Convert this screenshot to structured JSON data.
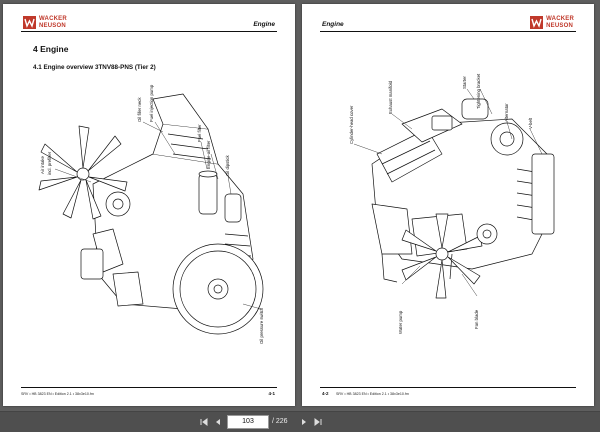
{
  "viewer": {
    "current_page": "103",
    "total_pages": "/ 226"
  },
  "left_page": {
    "header_title": "Engine",
    "logo": [
      "WACKER",
      "NEUSON"
    ],
    "chapter": "4   Engine",
    "section": "4.1     Engine overview 3TNV88-PNS (Tier 2)",
    "callouts": {
      "air_intake": "Air intake",
      "prefilter": "incl. prefilter",
      "oil_filler_neck": "Oil filler neck",
      "fuel_injection_pump": "Fuel injection pump",
      "fuel_filter": "Fuel filter",
      "engine_oil_filter": "Engine-oil filter",
      "oil_dipstick": "Oil dipstick",
      "oil_pressure_switch": "Oil pressure switch"
    },
    "footer_ref": "SRV • HB 3823 EN • Edition 2.1 • 38x3e10.fm",
    "page_number": "4-1"
  },
  "right_page": {
    "header_title": "Engine",
    "logo": [
      "WACKER",
      "NEUSON"
    ],
    "callouts": {
      "cylinder_head_cover": "Cylinder-head cover",
      "exhaust_manifold": "Exhaust manifold",
      "starter": "Starter",
      "tightening_bracket": "Tightening bracket",
      "alternator": "Alternator",
      "v_belt": "V-belt",
      "water_pump": "Water pump",
      "fan_blade": "Fan blade"
    },
    "footer_ref": "SRV • HB 3823 EN • Edition 2.1 • 38x3e10.fm",
    "page_number": "4-2"
  }
}
